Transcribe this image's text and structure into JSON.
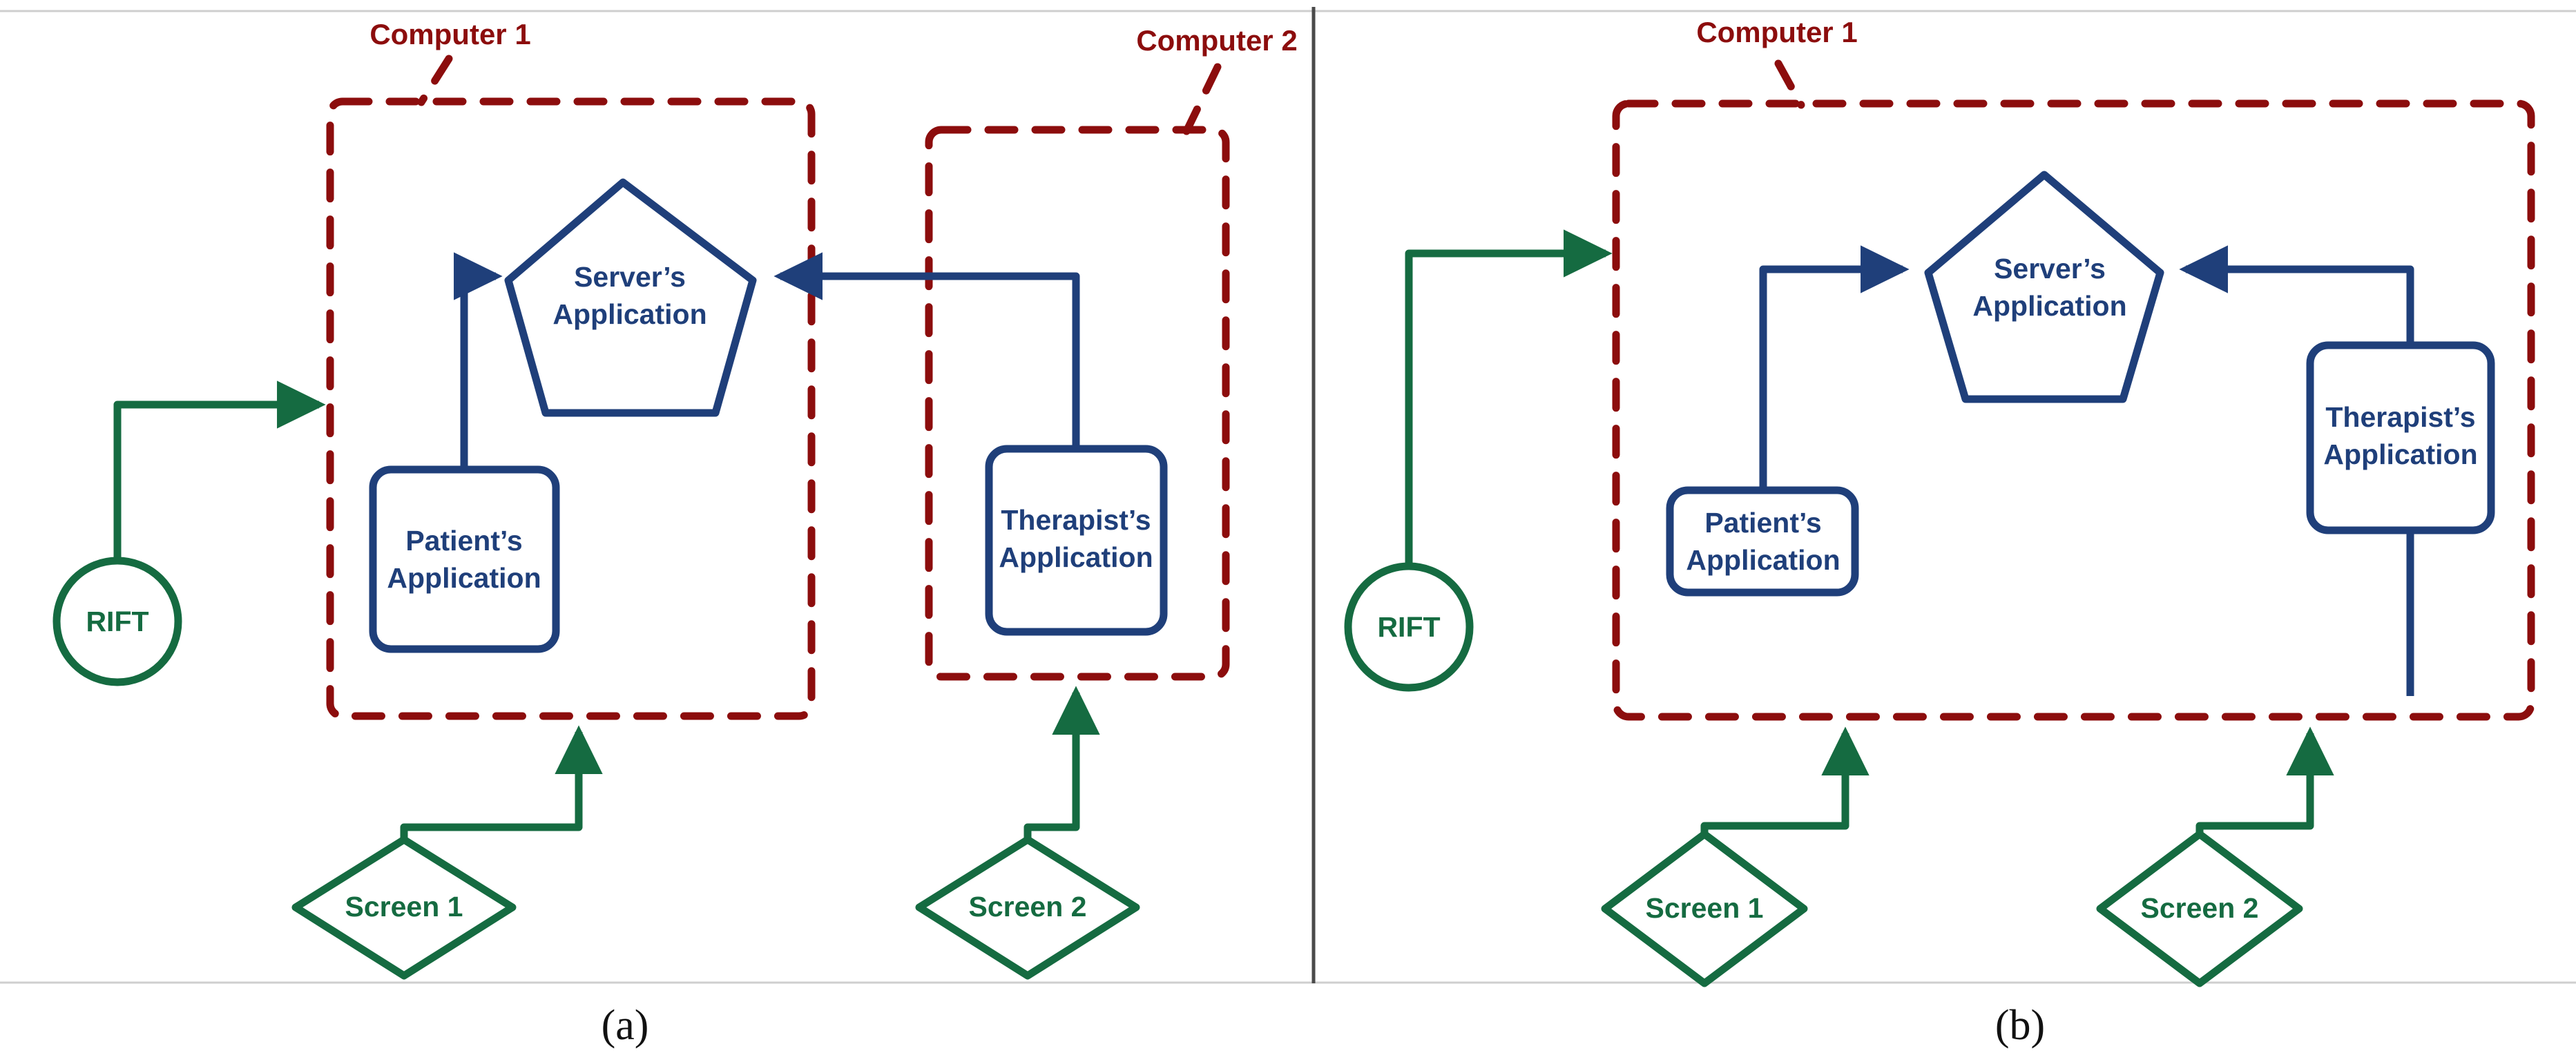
{
  "figure": {
    "panels": [
      {
        "id": "a",
        "caption": "(a)",
        "groups": [
          {
            "id": "computer-1",
            "label": "Computer 1"
          },
          {
            "id": "computer-2",
            "label": "Computer 2"
          }
        ],
        "nodes": [
          {
            "id": "rift",
            "label": "RIFT",
            "shape": "circle",
            "color": "#156B41"
          },
          {
            "id": "server-app",
            "label_line1": "Server’s",
            "label_line2": "Application",
            "shape": "pentagon",
            "color": "#1F3F7A"
          },
          {
            "id": "patient-app",
            "label_line1": "Patient’s",
            "label_line2": "Application",
            "shape": "rounded-rect",
            "color": "#1F3F7A"
          },
          {
            "id": "therapist-app",
            "label_line1": "Therapist’s",
            "label_line2": "Application",
            "shape": "rounded-rect",
            "color": "#1F3F7A"
          },
          {
            "id": "screen-1",
            "label": "Screen 1",
            "shape": "diamond",
            "color": "#156B41"
          },
          {
            "id": "screen-2",
            "label": "Screen 2",
            "shape": "diamond",
            "color": "#156B41"
          }
        ]
      },
      {
        "id": "b",
        "caption": "(b)",
        "groups": [
          {
            "id": "computer-1",
            "label": "Computer 1"
          }
        ],
        "nodes": [
          {
            "id": "rift",
            "label": "RIFT",
            "shape": "circle",
            "color": "#156B41"
          },
          {
            "id": "server-app",
            "label_line1": "Server’s",
            "label_line2": "Application",
            "shape": "pentagon",
            "color": "#1F3F7A"
          },
          {
            "id": "patient-app",
            "label_line1": "Patient’s",
            "label_line2": "Application",
            "shape": "rounded-rect",
            "color": "#1F3F7A"
          },
          {
            "id": "therapist-app",
            "label_line1": "Therapist’s",
            "label_line2": "Application",
            "shape": "rounded-rect",
            "color": "#1F3F7A"
          },
          {
            "id": "screen-1",
            "label": "Screen 1",
            "shape": "diamond",
            "color": "#156B41"
          },
          {
            "id": "screen-2",
            "label": "Screen 2",
            "shape": "diamond",
            "color": "#156B41"
          }
        ]
      }
    ],
    "colors": {
      "boundary_red": "#8C0D0D",
      "application_blue": "#1F3F7A",
      "hardware_green": "#156B41",
      "background": "#FFFFFF"
    }
  },
  "labels": {
    "panel_a": {
      "computer_1": "Computer 1",
      "computer_2": "Computer 2",
      "rift": "RIFT",
      "server_l1": "Server’s",
      "server_l2": "Application",
      "patient_l1": "Patient’s",
      "patient_l2": "Application",
      "therapist_l1": "Therapist’s",
      "therapist_l2": "Application",
      "screen_1": "Screen 1",
      "screen_2": "Screen 2",
      "caption": "(a)"
    },
    "panel_b": {
      "computer_1": "Computer 1",
      "rift": "RIFT",
      "server_l1": "Server’s",
      "server_l2": "Application",
      "patient_l1": "Patient’s",
      "patient_l2": "Application",
      "therapist_l1": "Therapist’s",
      "therapist_l2": "Application",
      "screen_1": "Screen 1",
      "screen_2": "Screen 2",
      "caption": "(b)"
    }
  }
}
